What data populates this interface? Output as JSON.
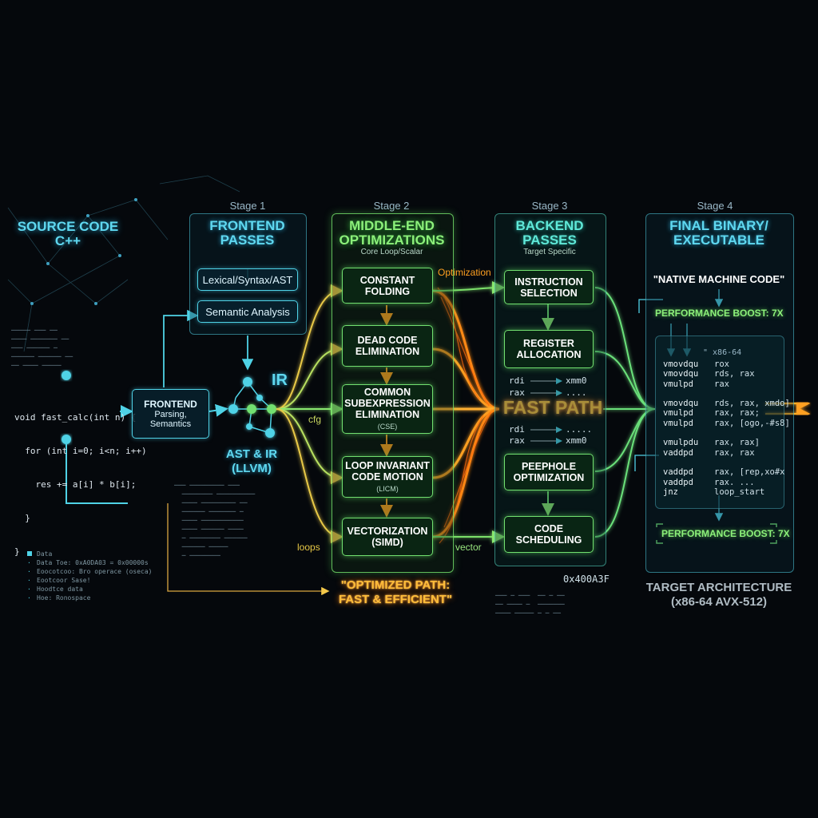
{
  "source": {
    "title_line1": "SOURCE CODE",
    "title_line2": "C++",
    "code": [
      "void fast_calc(int n) {",
      "  for (int i=0; i<n; i++)",
      "    res += a[i] * b[i];",
      "  }",
      "}"
    ]
  },
  "frontend_box": {
    "title": "FRONTEND",
    "line2": "Parsing,",
    "line3": "Semantics"
  },
  "stage1": {
    "label": "Stage 1",
    "title_line1": "FRONTEND",
    "title_line2": "PASSES",
    "items": [
      "Lexical/Syntax/AST",
      "Semantic Analysis"
    ]
  },
  "ir": {
    "label": "IR",
    "caption_line1": "AST & IR",
    "caption_line2": "(LLVM)"
  },
  "edge_labels": {
    "cfg": "cfg",
    "loops": "loops",
    "vector": "vector",
    "optimization": "Optimization"
  },
  "stage2": {
    "label": "Stage 2",
    "title_line1": "MIDDLE-END",
    "title_line2": "OPTIMIZATIONS",
    "subtitle": "Core Loop/Scalar",
    "boxes": [
      {
        "line1": "CONSTANT",
        "line2": "FOLDING",
        "sub": ""
      },
      {
        "line1": "DEAD CODE",
        "line2": "ELIMINATION",
        "sub": ""
      },
      {
        "line1": "COMMON",
        "line2": "SUBEXPRESSION",
        "line3": "ELIMINATION",
        "sub": "(CSE)"
      },
      {
        "line1": "LOOP INVARIANT",
        "line2": "CODE MOTION",
        "sub": "(LICM)"
      },
      {
        "line1": "VECTORIZATION",
        "line2": "(SIMD)",
        "sub": ""
      }
    ],
    "footer_line1": "\"OPTIMIZED PATH:",
    "footer_line2": "FAST & EFFICIENT\""
  },
  "fast_path": "FAST PATH",
  "regmap": {
    "top": [
      [
        "rdi",
        "xmm0"
      ],
      [
        "rax",
        "...."
      ]
    ],
    "bottom": [
      [
        "rdi",
        "....."
      ],
      [
        "rax",
        "xmm0"
      ]
    ]
  },
  "stage3": {
    "label": "Stage 3",
    "title_line1": "BACKEND",
    "title_line2": "PASSES",
    "subtitle": "Target Specific",
    "boxes": [
      {
        "line1": "INSTRUCTION",
        "line2": "SELECTION"
      },
      {
        "line1": "REGISTER",
        "line2": "ALLOCATION"
      },
      {
        "line1": "PEEPHOLE",
        "line2": "OPTIMIZATION"
      },
      {
        "line1": "CODE",
        "line2": "SCHEDULING"
      }
    ],
    "address": "0x400A3F"
  },
  "stage4": {
    "label": "Stage 4",
    "title_line1": "FINAL BINARY/",
    "title_line2": "EXECUTABLE",
    "quote": "\"NATIVE MACHINE CODE\"",
    "perf_top": "PERFORMANCE BOOST: 7X",
    "perf_bottom": "PERFORMANCE BOOST: 7X",
    "arch_comment": "\" x86-64",
    "asm": [
      [
        "vmovdqu",
        "rox"
      ],
      [
        "vmovdqu",
        "rds, rax"
      ],
      [
        "vmulpd",
        "rax"
      ],
      [
        "",
        ""
      ],
      [
        "vmovdqu",
        "rds, rax, xmdo]"
      ],
      [
        "vmulpd",
        "rax, rax;"
      ],
      [
        "vmulpd",
        "rax, [ogo,-#s8]"
      ],
      [
        "",
        ""
      ],
      [
        "vmulpdu",
        "rax, rax]"
      ],
      [
        "vaddpd",
        "rax, rax"
      ],
      [
        "",
        ""
      ],
      [
        "vaddpd",
        "rax, [rep,xo#x"
      ],
      [
        "vaddpd",
        "rax. ..."
      ],
      [
        "jnz",
        "loop_start"
      ]
    ],
    "target_line1": "TARGET ARCHITECTURE",
    "target_line2": "(x86-64 AVX-512)"
  },
  "legend": {
    "items": [
      "Data",
      "Data Toe: 0xA0DA03 = 0x00000s",
      "Eoocotcoo: Bro operace (oseca)",
      "Eootcoor Sase!",
      "Hoodtce data",
      "Hoe: Ronospace"
    ]
  },
  "colors": {
    "cyan": "#4fd2e6",
    "green": "#72e070",
    "orange": "#ffa020",
    "yellow": "#f3d84a",
    "background": "#05080c"
  }
}
